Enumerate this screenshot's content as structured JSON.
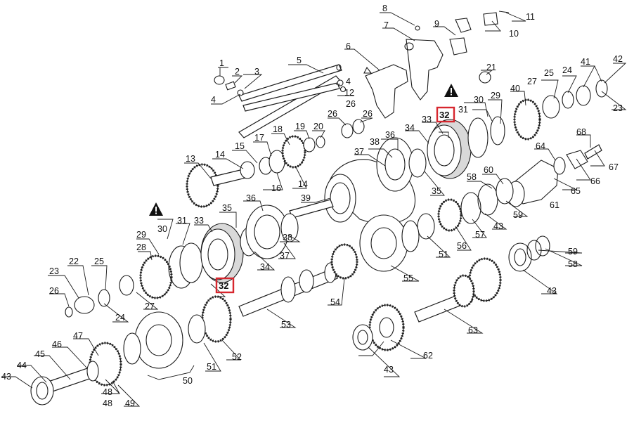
{
  "diagram": {
    "labels": [
      "1",
      "2",
      "3",
      "4",
      "4",
      "5",
      "6",
      "7",
      "8",
      "9",
      "10",
      "11",
      "12",
      "13",
      "14",
      "14",
      "15",
      "16",
      "17",
      "18",
      "19",
      "20",
      "21",
      "22",
      "23",
      "23",
      "24",
      "24",
      "25",
      "25",
      "26",
      "26",
      "26",
      "26",
      "27",
      "27",
      "28",
      "29",
      "29",
      "30",
      "30",
      "31",
      "31",
      "32",
      "32",
      "33",
      "33",
      "34",
      "34",
      "35",
      "35",
      "36",
      "36",
      "37",
      "37",
      "38",
      "38",
      "39",
      "40",
      "41",
      "42",
      "43",
      "43",
      "43",
      "43",
      "44",
      "45",
      "46",
      "47",
      "48",
      "48",
      "49",
      "50",
      "51",
      "51",
      "52",
      "53",
      "54",
      "55",
      "56",
      "57",
      "58",
      "58",
      "59",
      "59",
      "60",
      "61",
      "62",
      "63",
      "64",
      "65",
      "66",
      "67",
      "68"
    ],
    "highlighted_label": "32",
    "highlight_color": "#d7262e",
    "warning_icon": "warning-triangle-icon"
  }
}
